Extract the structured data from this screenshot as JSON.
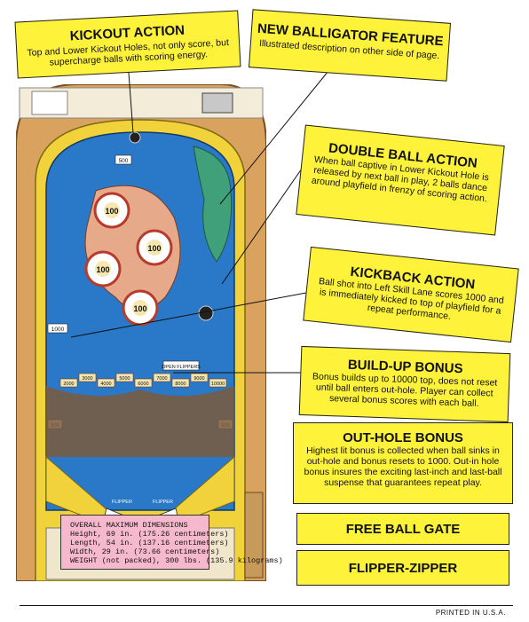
{
  "labels": {
    "kickout": {
      "title": "KICKOUT ACTION",
      "body": "Top and Lower Kickout Holes, not only score, but supercharge balls with scoring energy."
    },
    "balligator": {
      "title": "NEW BALLIGATOR FEATURE",
      "body": "Illustrated description on other side of page."
    },
    "double_ball": {
      "title": "DOUBLE BALL ACTION",
      "body": "When ball captive in Lower Kickout Hole is released by next ball in play, 2 balls dance around playfield in frenzy of scoring action."
    },
    "kickback": {
      "title": "KICKBACK ACTION",
      "body": "Ball shot into Left Skill Lane scores 1000 and is immediately kicked to top of playfield for a repeat performance."
    },
    "buildup": {
      "title": "BUILD-UP BONUS",
      "body": "Bonus builds up to 10000 top, does not reset until ball enters out-hole. Player can collect several bonus scores with each ball."
    },
    "outhole": {
      "title": "OUT-HOLE BONUS",
      "body": "Highest lit bonus is collected when ball sinks in out-hole and bonus resets to 1000. Out-in hole bonus insures the exciting last-inch and last-ball suspense that guarantees repeat play."
    },
    "free_ball": {
      "title": "FREE BALL GATE"
    },
    "flipper_zipper": {
      "title": "FLIPPER-ZIPPER"
    }
  },
  "dimensions": {
    "heading": "OVERALL MAXIMUM DIMENSIONS",
    "height": "Height, 69 in. (175.26 centimeters)",
    "length": "Length, 54 in. (137.16 centimeters)",
    "width": "Width, 29 in. (73.66 centimeters)",
    "weight": "WEIGHT (not packed), 300 lbs. (135.9 kilograms)"
  },
  "playfield": {
    "bumper_value": "100",
    "score_500": "500",
    "score_1000": "1000",
    "flipper_text": "FLIPPER",
    "open_flippers": "OPEN FLIPPERS",
    "bonus_values": [
      "2000",
      "3000",
      "4000",
      "5000",
      "6000",
      "7000",
      "8000",
      "9000",
      "10000"
    ]
  },
  "footer": {
    "printed": "PRINTED IN U.S.A."
  },
  "colors": {
    "label_yellow": "#fff23a",
    "dims_pink": "#f6b8cc",
    "playfield_blue": "#2a78c8",
    "wood": "#d9a25f"
  }
}
